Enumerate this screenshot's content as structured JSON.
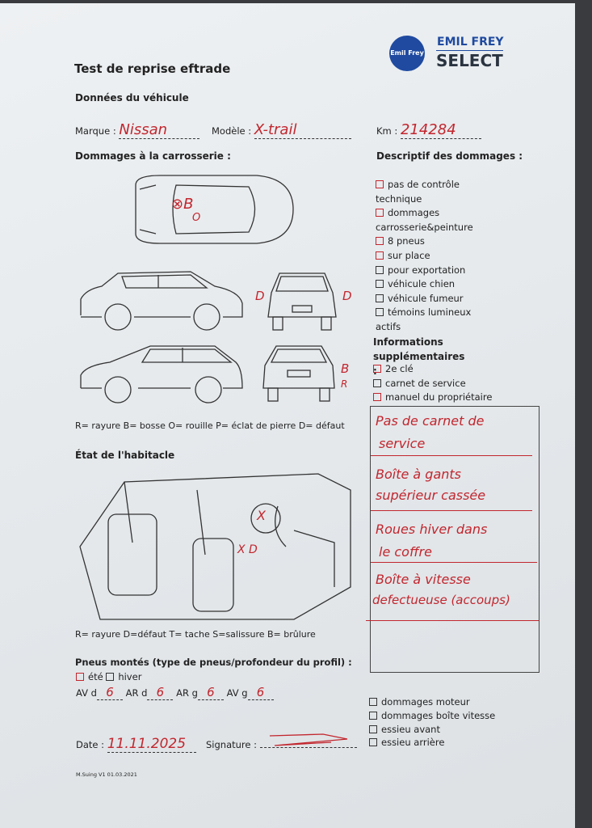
{
  "logo": {
    "brand_top": "EMIL FREY",
    "brand_bottom": "SELECT",
    "badge": "Emil Frey"
  },
  "title": "Test de reprise eftrade",
  "vehicle": {
    "heading": "Données du véhicule",
    "make_label": "Marque :",
    "make": "Nissan",
    "model_label": "Modèle :",
    "model": "X-trail",
    "km_label": "Km :",
    "km": "214284"
  },
  "body_damage": {
    "heading": "Dommages à la carrosserie :",
    "legend": "R= rayure B= bosse O= rouille P= éclat de pierre D= défaut",
    "marks": [
      "⊗B",
      "O",
      "D",
      "D",
      "B",
      "R"
    ]
  },
  "damage_description": {
    "heading": "Descriptif des dommages :",
    "items": [
      {
        "label": "pas de contrôle technique",
        "checked": true
      },
      {
        "label": "dommages carrosserie&peinture",
        "checked": true
      },
      {
        "label": "8 pneus",
        "checked": true
      },
      {
        "label": "sur place",
        "checked": true
      },
      {
        "label": "pour exportation",
        "checked": false
      },
      {
        "label": "véhicule chien",
        "checked": false
      },
      {
        "label": "véhicule fumeur",
        "checked": false
      },
      {
        "label": "témoins lumineux actifs",
        "checked": false
      }
    ]
  },
  "extra_info": {
    "heading": "Informations supplémentaires :",
    "items": [
      {
        "label": "2e clé",
        "checked": true
      },
      {
        "label": "carnet de service",
        "checked": false
      },
      {
        "label": "manuel du propriétaire",
        "checked": true
      }
    ]
  },
  "notes": [
    "Pas de carnet de",
    "service",
    "Boîte à gants",
    "supérieur cassée",
    "Roues hiver dans",
    "le coffre",
    "Boîte à vitesse",
    "defectueuse (accoups)"
  ],
  "interior": {
    "heading": "État de l'habitacle",
    "legend": "R= rayure D=défaut T= tache S=salissure B= brûlure",
    "marks": [
      "X",
      "X D"
    ]
  },
  "tyres": {
    "heading": "Pneus montés (type de pneus/profondeur du profil) :",
    "summer": "été",
    "summer_checked": true,
    "winter": "hiver",
    "winter_checked": false,
    "depths": [
      {
        "label": "AV d",
        "value": "6"
      },
      {
        "label": "AR d",
        "value": "6"
      },
      {
        "label": "AR g",
        "value": "6"
      },
      {
        "label": "AV g",
        "value": "6"
      }
    ]
  },
  "mechanical": [
    {
      "label": "dommages moteur",
      "checked": false
    },
    {
      "label": "dommages boîte vitesse",
      "checked": false
    },
    {
      "label": "essieu avant",
      "checked": false
    },
    {
      "label": "essieu arrière",
      "checked": false
    }
  ],
  "date_label": "Date :",
  "date": "11.11.2025",
  "signature_label": "Signature :",
  "footer": "M.Suing V1 01.03.2021"
}
